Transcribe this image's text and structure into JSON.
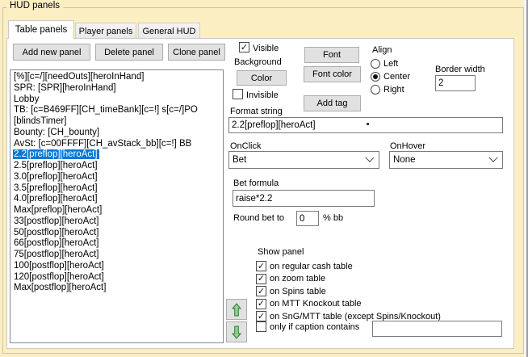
{
  "window": {
    "title": "HUD panels"
  },
  "tabs": [
    {
      "label": "Table panels",
      "active": true
    },
    {
      "label": "Player panels",
      "active": false
    },
    {
      "label": "General HUD",
      "active": false
    }
  ],
  "toolbar": {
    "add_label": "Add new panel",
    "delete_label": "Delete panel",
    "clone_label": "Clone panel"
  },
  "panel_list": {
    "selected_index": 7,
    "items": [
      "[%][c=/][needOuts][heroInHand]",
      "SPR: [SPR][heroInHand]",
      "Lobby",
      "TB: [c=B469FF][CH_timeBank][c=!] s[c=/]PO",
      "[blindsTimer]",
      "Bounty: [CH_bounty]",
      "AvSt: [c=00FFFF][CH_avStack_bb][c=!] BB",
      "2.2[preflop][heroAct]",
      "2.5[preflop][heroAct]",
      "3.0[preflop][heroAct]",
      "3.5[preflop][heroAct]",
      "4.0[preflop][heroAct]",
      "Max[preflop][heroAct]",
      "33[postflop][heroAct]",
      "50[postflop][heroAct]",
      "66[postflop][heroAct]",
      "75[postflop][heroAct]",
      "100[postflop][heroAct]",
      "120[postflop][heroAct]",
      "Max[postflop][heroAct]"
    ]
  },
  "appearance": {
    "visible_label": "Visible",
    "visible_checked": true,
    "background_label": "Background",
    "color_button": "Color",
    "invisible_label": "Invisible",
    "invisible_checked": false,
    "font_button": "Font",
    "font_color_button": "Font color",
    "add_tag_button": "Add tag",
    "align": {
      "label": "Align",
      "options": [
        "Left",
        "Center",
        "Right"
      ],
      "selected": "Center"
    },
    "border_width": {
      "label": "Border width",
      "value": "2"
    }
  },
  "format": {
    "label": "Format string",
    "value": "2.2[preflop][heroAct]"
  },
  "onclick": {
    "label": "OnClick",
    "value": "Bet"
  },
  "onhover": {
    "label": "OnHover",
    "value": "None"
  },
  "bet": {
    "label": "Bet formula",
    "formula": "raise*2.2",
    "round_label": "Round bet to",
    "round_value": "0",
    "round_suffix": "% bb"
  },
  "show_panel": {
    "label": "Show panel",
    "options": [
      {
        "label": "on regular cash table",
        "checked": true
      },
      {
        "label": "on zoom table",
        "checked": true
      },
      {
        "label": "on Spins table",
        "checked": true
      },
      {
        "label": "on MTT Knockout table",
        "checked": true
      },
      {
        "label": "on SnG/MTT table (except Spins/Knockout)",
        "checked": true
      }
    ],
    "caption_row": {
      "label": "only if caption contains",
      "checked": false,
      "input_value": ""
    }
  },
  "colors": {
    "selection_blue": "#0078d7",
    "panel_pink": "#f8dcd0",
    "window_yellow": "#fbeec3"
  }
}
